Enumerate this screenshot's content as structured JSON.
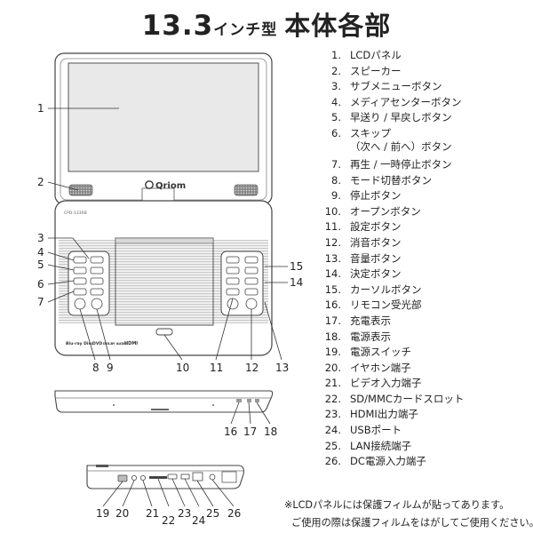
{
  "title": {
    "number": "13.3",
    "unit": "インチ型",
    "main": "本体各部"
  },
  "brand_logo": "Qriom",
  "model_label": "CPD-133RB",
  "logos": [
    "Blu-ray Disc",
    "DVD",
    "DOLBY AUDIO",
    "HDMI"
  ],
  "callouts": {
    "front": [
      "1",
      "2",
      "3",
      "4",
      "5",
      "6",
      "7",
      "8",
      "9",
      "10",
      "11",
      "12",
      "13",
      "14",
      "15"
    ],
    "side": [
      "16",
      "17",
      "18"
    ],
    "back": [
      "19",
      "20",
      "21",
      "22",
      "23",
      "24",
      "25",
      "26"
    ]
  },
  "parts": [
    {
      "num": "1.",
      "name": "LCDパネル"
    },
    {
      "num": "2.",
      "name": "スピーカー"
    },
    {
      "num": "3.",
      "name": "サブメニューボタン"
    },
    {
      "num": "4.",
      "name": "メディアセンターボタン"
    },
    {
      "num": "5.",
      "name": "早送り / 早戻しボタン"
    },
    {
      "num": "6.",
      "name": "スキップ",
      "cont": "（次へ / 前へ）ボタン"
    },
    {
      "num": "7.",
      "name": "再生 / 一時停止ボタン"
    },
    {
      "num": "8.",
      "name": "モード切替ボタン"
    },
    {
      "num": "9.",
      "name": "停止ボタン"
    },
    {
      "num": "10.",
      "name": "オープンボタン"
    },
    {
      "num": "11.",
      "name": "設定ボタン"
    },
    {
      "num": "12.",
      "name": "消音ボタン"
    },
    {
      "num": "13.",
      "name": "音量ボタン"
    },
    {
      "num": "14.",
      "name": "決定ボタン"
    },
    {
      "num": "15.",
      "name": "カーソルボタン"
    },
    {
      "num": "16.",
      "name": "リモコン受光部"
    },
    {
      "num": "17.",
      "name": "充電表示"
    },
    {
      "num": "18.",
      "name": "電源表示"
    },
    {
      "num": "19.",
      "name": "電源スイッチ"
    },
    {
      "num": "20.",
      "name": "イヤホン端子"
    },
    {
      "num": "21.",
      "name": "ビデオ入力端子"
    },
    {
      "num": "22.",
      "name": "SD/MMCカードスロット"
    },
    {
      "num": "23.",
      "name": "HDMI出力端子"
    },
    {
      "num": "24.",
      "name": "USBポート"
    },
    {
      "num": "25.",
      "name": "LAN接続端子"
    },
    {
      "num": "26.",
      "name": "DC電源入力端子"
    }
  ],
  "notes": [
    "※LCDパネルには保護フィルムが貼ってあります。",
    "ご使用の際は保護フィルムをはがしてご使用ください。"
  ]
}
